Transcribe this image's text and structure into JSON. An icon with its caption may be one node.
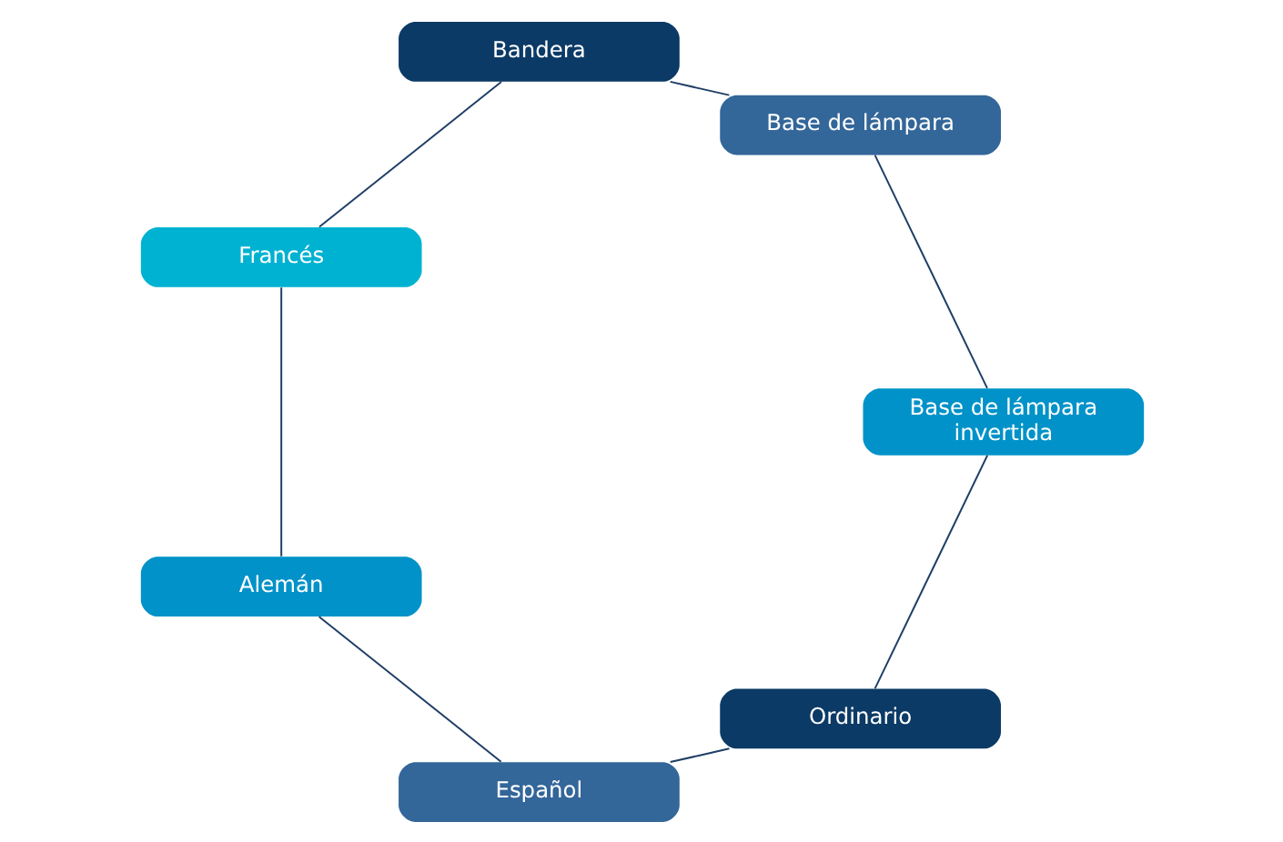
{
  "diagram": {
    "nodes": [
      {
        "text": [
          "Ordinario"
        ]
      },
      {
        "text": [
          "Español"
        ]
      },
      {
        "text": [
          "Alemán"
        ]
      },
      {
        "text": [
          "Francés"
        ]
      },
      {
        "text": [
          "Bandera"
        ]
      },
      {
        "text": [
          "Base de lámpara"
        ]
      },
      {
        "text": [
          "Base de lámpara invertida"
        ]
      }
    ],
    "edges": [
      {
        "from": 0,
        "to": 1,
        "arrow": "none"
      },
      {
        "from": 1,
        "to": 2,
        "arrow": "none"
      },
      {
        "from": 2,
        "to": 3,
        "arrow": "none"
      },
      {
        "from": 3,
        "to": 4,
        "arrow": "none"
      },
      {
        "from": 4,
        "to": 5,
        "arrow": "none"
      },
      {
        "from": 5,
        "to": 6,
        "arrow": "none"
      },
      {
        "from": 6,
        "to": 0,
        "arrow": "none"
      }
    ]
  }
}
